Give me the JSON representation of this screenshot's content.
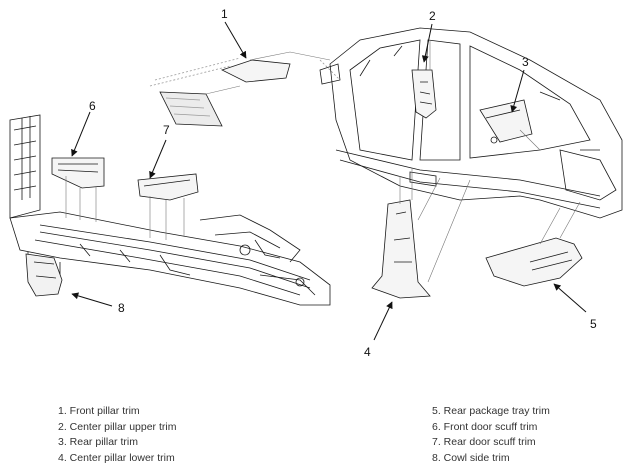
{
  "callouts": [
    "1",
    "2",
    "3",
    "4",
    "5",
    "6",
    "7",
    "8"
  ],
  "legend": {
    "left": [
      "1. Front pillar trim",
      "2. Center pillar upper trim",
      "3. Rear pillar trim",
      "4. Center pillar lower trim"
    ],
    "right": [
      "5. Rear package tray trim",
      "6. Front door scuff trim",
      "7. Rear door scuff trim",
      "8. Cowl side trim"
    ]
  },
  "colors": {
    "line": "#1a1a1a",
    "leader": "#777777",
    "hatch": "#9a9a9a"
  }
}
